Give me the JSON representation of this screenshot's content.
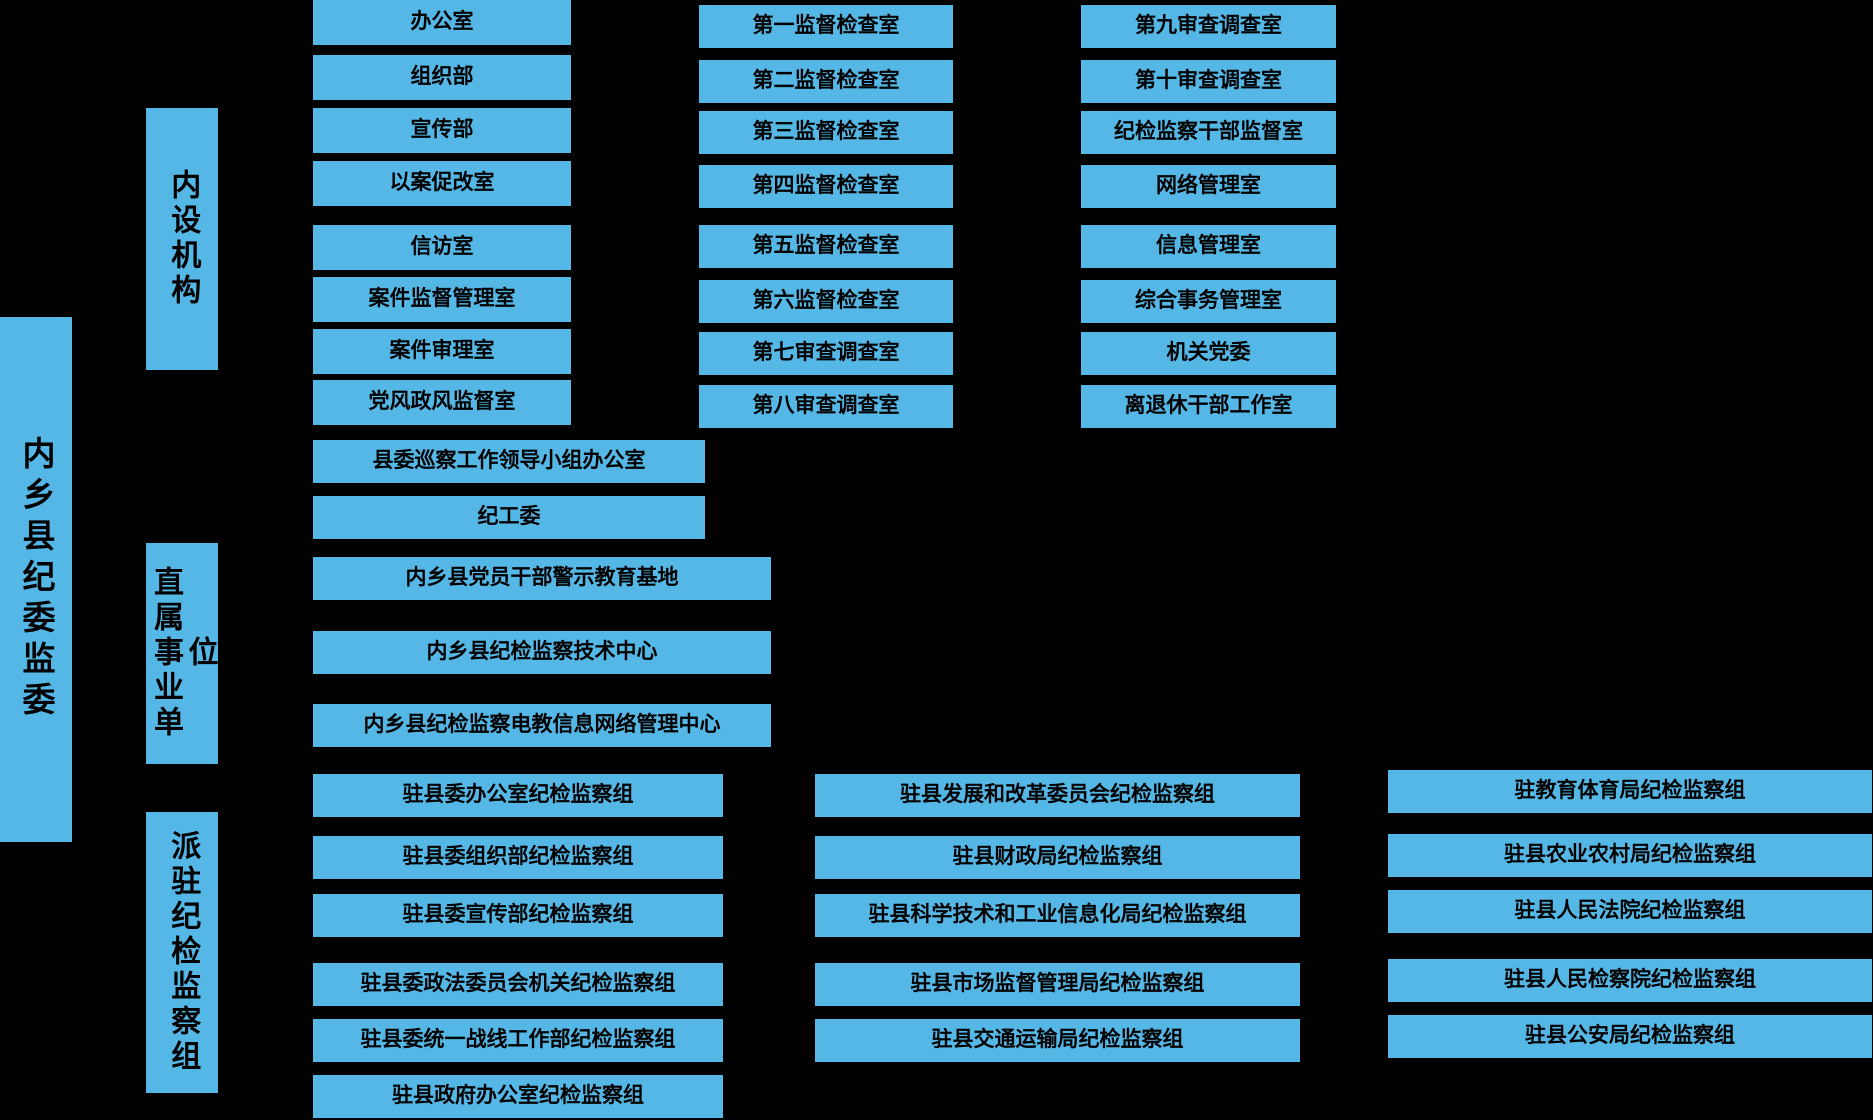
{
  "colors": {
    "background": "#000000",
    "box": "#54b7e5",
    "box_text": "#000000"
  },
  "root": {
    "label": "内乡县纪委监委"
  },
  "sections": {
    "internal": {
      "label": "内设机构",
      "col1": [
        "办公室",
        "组织部",
        "宣传部",
        "以案促改室",
        "信访室",
        "案件监督管理室",
        "案件审理室",
        "党风政风监督室"
      ],
      "col2": [
        "第一监督检查室",
        "第二监督检查室",
        "第三监督检查室",
        "第四监督检查室",
        "第五监督检查室",
        "第六监督检查室",
        "第七审查调查室",
        "第八审查调查室"
      ],
      "col3": [
        "第九审查调查室",
        "第十审查调查室",
        "纪检监察干部监督室",
        "网络管理室",
        "信息管理室",
        "综合事务管理室",
        "机关党委",
        "离退休干部工作室"
      ]
    },
    "middle": {
      "items": [
        "县委巡察工作领导小组办公室",
        "纪工委"
      ]
    },
    "directly": {
      "label": "直属事业单位",
      "items": [
        "内乡县党员干部警示教育基地",
        "内乡县纪检监察技术中心",
        "内乡县纪检监察电教信息网络管理中心"
      ]
    },
    "dispatched": {
      "label": "派驻纪检监察组",
      "col1": [
        "驻县委办公室纪检监察组",
        "驻县委组织部纪检监察组",
        "驻县委宣传部纪检监察组",
        "驻县委政法委员会机关纪检监察组",
        "驻县委统一战线工作部纪检监察组",
        "驻县政府办公室纪检监察组"
      ],
      "col2": [
        "驻县发展和改革委员会纪检监察组",
        "驻县财政局纪检监察组",
        "驻县科学技术和工业信息化局纪检监察组",
        "驻县市场监督管理局纪检监察组",
        "驻县交通运输局纪检监察组"
      ],
      "col3": [
        "驻教育体育局纪检监察组",
        "驻县农业农村局纪检监察组",
        "驻县人民法院纪检监察组",
        "驻县人民检察院纪检监察组",
        "驻县公安局纪检监察组"
      ]
    }
  }
}
